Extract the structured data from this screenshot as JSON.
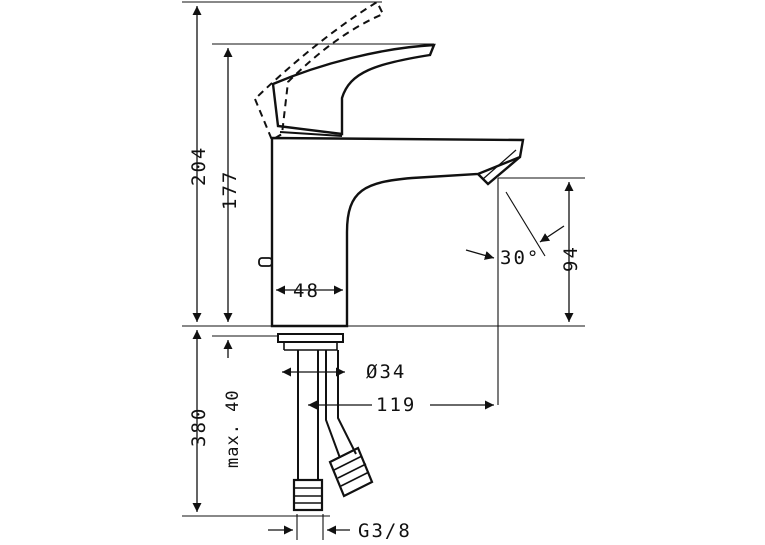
{
  "dimensions": {
    "overall_height": "204",
    "lever_height": "177",
    "spout_height": "94",
    "body_width": "48",
    "spout_angle": "30°",
    "pipe_diameter": "Ø34",
    "spout_reach": "119",
    "pipe_length": "380",
    "max_thickness": "max. 40",
    "thread": "G3/8"
  },
  "colors": {
    "line": "#111111",
    "background": "#ffffff"
  }
}
